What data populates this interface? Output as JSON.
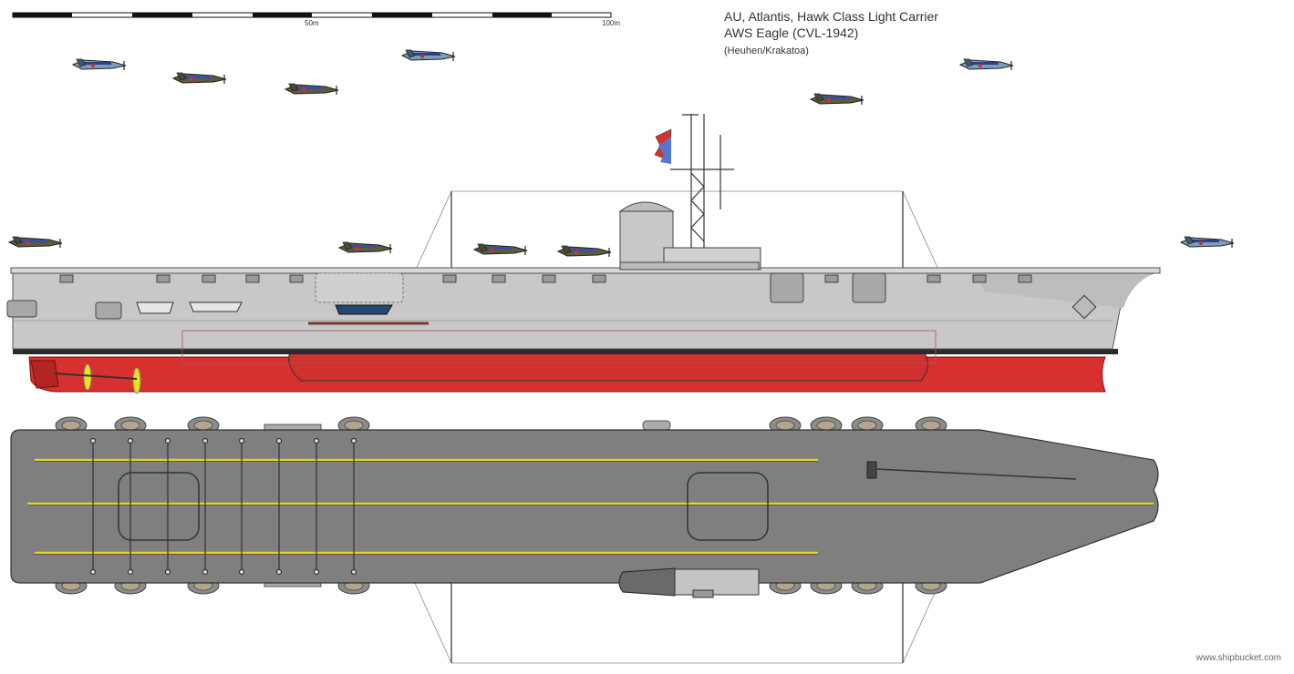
{
  "title": {
    "line1": "AU, Atlantis, Hawk Class Light Carrier",
    "line2": "AWS Eagle (CVL-1942)",
    "line3": "(Heuhen/Krakatoa)"
  },
  "scale": {
    "mid_label": "50m",
    "end_label": "100m"
  },
  "credit": "www.shipbucket.com",
  "colors": {
    "hull_red": "#d8302f",
    "hull_grey": "#c8c8c8",
    "deck_grey": "#7f7f7f",
    "deck_line": "#e6d21c",
    "boot_black": "#2a2a2a"
  }
}
